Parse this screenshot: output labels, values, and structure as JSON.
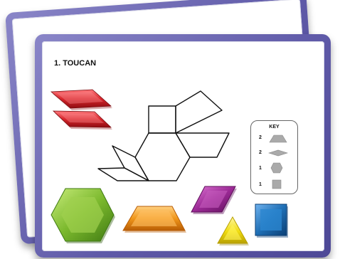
{
  "puzzle": {
    "title": "1. TOUCAN"
  },
  "key": {
    "title": "KEY",
    "items": [
      {
        "count": "2",
        "shape": "trapezoid-icon",
        "color": "#aaaaaa"
      },
      {
        "count": "2",
        "shape": "rhombus-icon",
        "color": "#aaaaaa"
      },
      {
        "count": "1",
        "shape": "hexagon-icon",
        "color": "#aaaaaa"
      },
      {
        "count": "1",
        "shape": "square-icon",
        "color": "#aaaaaa"
      }
    ]
  },
  "pattern_blocks": [
    {
      "name": "red-rhombus",
      "color": "#d8252b"
    },
    {
      "name": "red-rhombus",
      "color": "#d8252b"
    },
    {
      "name": "green-hexagon",
      "color": "#7cb92e"
    },
    {
      "name": "orange-trapezoid",
      "color": "#f0961a"
    },
    {
      "name": "purple-rhombus",
      "color": "#9c2a96"
    },
    {
      "name": "yellow-triangle",
      "color": "#f0dc10"
    },
    {
      "name": "blue-square",
      "color": "#1f6fb5"
    }
  ],
  "colors": {
    "card_border": "#5f5aa8",
    "outline": "#111111"
  }
}
